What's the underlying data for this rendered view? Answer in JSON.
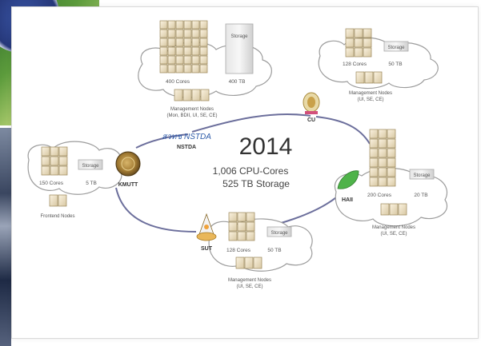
{
  "year": "2014",
  "stats": {
    "cpu": "1,006 CPU-Cores",
    "storage": "525 TB Storage"
  },
  "storage_label": "Storage",
  "sites": [
    {
      "name": "NSTDA",
      "logo_text": "สวทช NSTDA",
      "cores": "400 Cores",
      "tb": "400 TB",
      "nodes": "Management Nodes",
      "nodes_sub": "(Mon, BDII, UI, SE, CE)"
    },
    {
      "name": "CU",
      "cores": "128 Cores",
      "tb": "50 TB",
      "nodes": "Management Nodes",
      "nodes_sub": "(UI, SE, CE)"
    },
    {
      "name": "KMUTT",
      "cores": "150 Cores",
      "tb": "5 TB",
      "nodes": "Frontend Nodes",
      "nodes_sub": ""
    },
    {
      "name": "HAII",
      "cores": "200 Cores",
      "tb": "20 TB",
      "nodes": "Management Nodes",
      "nodes_sub": "(UI, SE, CE)"
    },
    {
      "name": "SUT",
      "cores": "128 Cores",
      "tb": "50 TB",
      "nodes": "Management Nodes",
      "nodes_sub": "(UI, SE, CE)"
    }
  ]
}
